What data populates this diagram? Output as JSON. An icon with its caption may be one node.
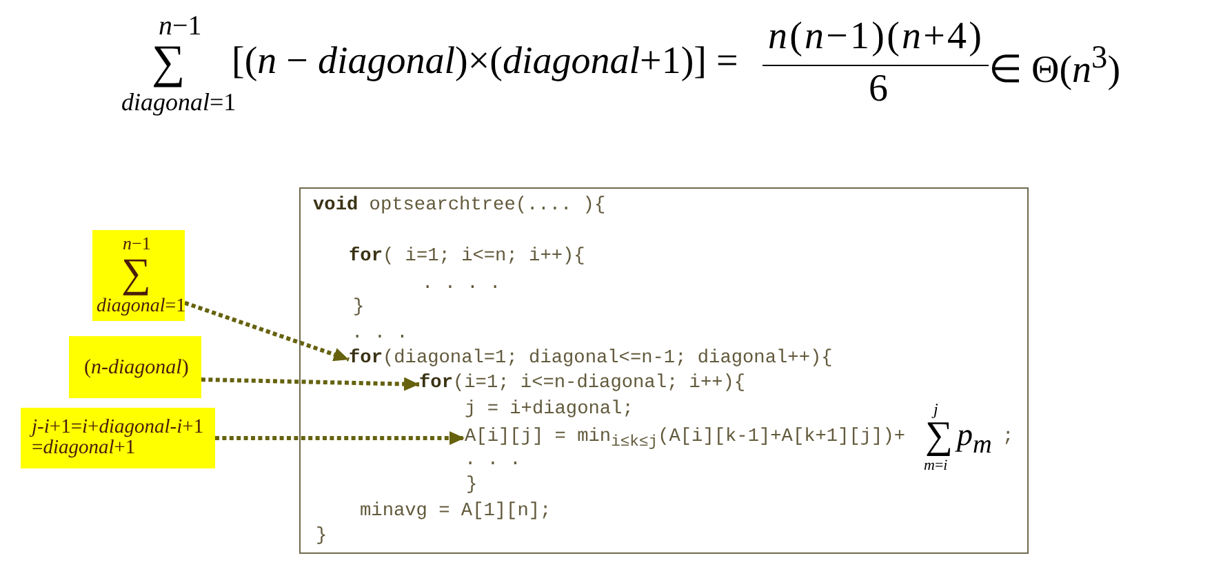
{
  "diagram": {
    "nodes": [
      {
        "text": [
          "*n*−1",
          "∑",
          "*diagonal*=1"
        ]
      },
      {
        "text": [
          "(*n-diagonal*)"
        ]
      },
      {
        "text": [
          "*j*-*i*+1=*i*+*diagonal*-*i*+1 =*diagonal*+1"
        ]
      },
      {
        "text": [],
        "shape": "box"
      },
      {
        "text": [
          "**void** optsearchtree(.... ){"
        ],
        "in": 3
      },
      {
        "text": [
          "**for**( i=1; i<=n; i++){"
        ],
        "in": 3
      },
      {
        "text": [
          ". . . ."
        ],
        "in": 3
      },
      {
        "text": [
          "}"
        ],
        "in": 3
      },
      {
        "text": [
          ". . ."
        ],
        "in": 3
      },
      {
        "text": [
          "**for**(diagonal=1; diagonal<=n-1; diagonal++){"
        ],
        "in": 3
      },
      {
        "text": [
          "**for**(i=1; i<=n-diagonal; i++){"
        ],
        "in": 3
      },
      {
        "text": [
          "j = i+diagonal;"
        ],
        "in": 3
      },
      {
        "text": [
          "A[i][j] = min$_{i≤k≤j}$(A[i][k-1]+A[k+1][j])+",
          "j",
          "∑",
          "*m*=*i*",
          "p$_{m}$",
          ";"
        ],
        "in": 3
      },
      {
        "text": [
          ". . ."
        ],
        "in": 3
      },
      {
        "text": [
          "}"
        ],
        "in": 3
      },
      {
        "text": [
          "minavg = A[1][n];"
        ],
        "in": 3
      },
      {
        "text": [
          "}"
        ],
        "in": 3
      }
    ],
    "edges": [
      {
        "from": 0,
        "to": 9,
        "arrow": "to",
        "style": "dashed"
      },
      {
        "from": 1,
        "to": 10,
        "arrow": "to",
        "style": "dashed"
      },
      {
        "from": 2,
        "to": 12,
        "arrow": "to",
        "style": "dashed"
      }
    ],
    "labels": [
      "*n*−1",
      "∑",
      "*diagonal*=1",
      "[(*n* − *diagonal*)×(*diagonal*+1)] =",
      "*n*(*n*−1)(*n*+4)",
      "6",
      "∈ Θ(*n*$^{3}$)"
    ]
  }
}
